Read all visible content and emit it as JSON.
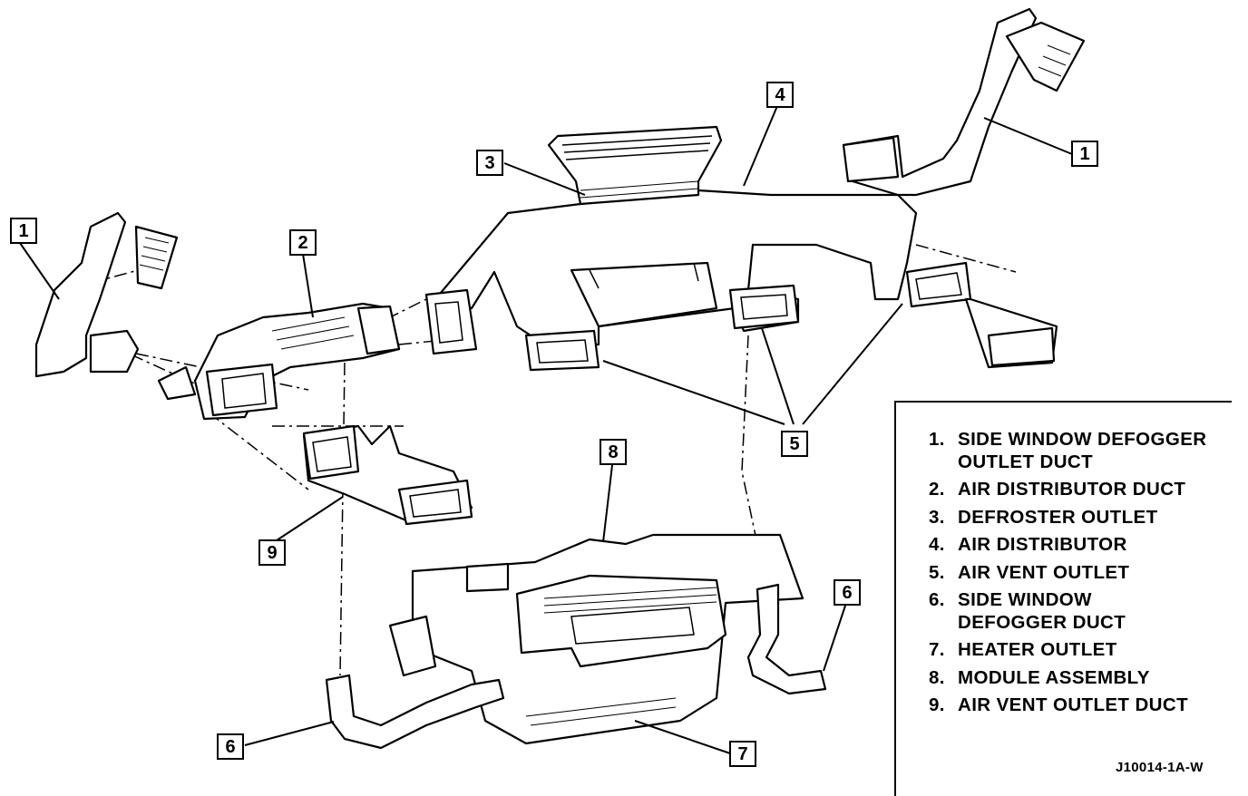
{
  "legend": {
    "items": [
      {
        "number": "1.",
        "text": "SIDE WINDOW DEFOGGER\nOUTLET DUCT"
      },
      {
        "number": "2.",
        "text": "AIR DISTRIBUTOR DUCT"
      },
      {
        "number": "3.",
        "text": "DEFROSTER OUTLET"
      },
      {
        "number": "4.",
        "text": "AIR DISTRIBUTOR"
      },
      {
        "number": "5.",
        "text": "AIR VENT OUTLET"
      },
      {
        "number": "6.",
        "text": "SIDE WINDOW\nDEFOGGER DUCT"
      },
      {
        "number": "7.",
        "text": "HEATER OUTLET"
      },
      {
        "number": "8.",
        "text": "MODULE ASSEMBLY"
      },
      {
        "number": "9.",
        "text": "AIR VENT OUTLET DUCT"
      }
    ]
  },
  "callouts": {
    "c1_left": "1",
    "c1_right": "1",
    "c2": "2",
    "c3": "3",
    "c4": "4",
    "c5": "5",
    "c6_left": "6",
    "c6_right": "6",
    "c7": "7",
    "c8": "8",
    "c9": "9"
  },
  "figure_code": "J10014-1A-W"
}
